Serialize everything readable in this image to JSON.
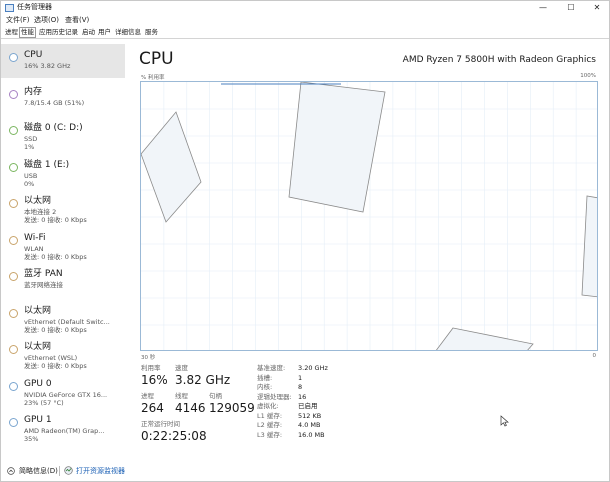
{
  "window": {
    "title": "任务管理器",
    "controls": {
      "minimize": "—",
      "maximize": "☐",
      "close": "✕"
    }
  },
  "menu": [
    "文件(F)",
    "选项(O)",
    "查看(V)"
  ],
  "tabs": [
    "进程",
    "性能",
    "应用历史记录",
    "启动",
    "用户",
    "详细信息",
    "服务"
  ],
  "active_tab": 1,
  "sidebar": [
    {
      "title": "CPU",
      "sub1": "16% 3.82 GHz",
      "sub2": "",
      "ring_color": "#7aa5cf",
      "active": true
    },
    {
      "title": "内存",
      "sub1": "7.8/15.4 GB (51%)",
      "sub2": "",
      "ring_color": "#a782c3"
    },
    {
      "title": "磁盘 0 (C: D:)",
      "sub1": "SSD",
      "sub2": "1%",
      "ring_color": "#7bb661"
    },
    {
      "title": "磁盘 1 (E:)",
      "sub1": "USB",
      "sub2": "0%",
      "ring_color": "#7bb661"
    },
    {
      "title": "以太网",
      "sub1": "本地连接 2",
      "sub2": "发送: 0 接收: 0 Kbps",
      "ring_color": "#c9a46b"
    },
    {
      "title": "Wi-Fi",
      "sub1": "WLAN",
      "sub2": "发送: 0 接收: 0 Kbps",
      "ring_color": "#c9a46b"
    },
    {
      "title": "蓝牙 PAN",
      "sub1": "蓝牙网络连接",
      "sub2": "",
      "ring_color": "#c9a46b"
    },
    {
      "title": "以太网",
      "sub1": "vEthernet (Default Switc...",
      "sub2": "发送: 0 接收: 0 Kbps",
      "ring_color": "#c9a46b"
    },
    {
      "title": "以太网",
      "sub1": "vEthernet (WSL)",
      "sub2": "发送: 0 接收: 0 Kbps",
      "ring_color": "#c9a46b"
    },
    {
      "title": "GPU 0",
      "sub1": "NVIDIA GeForce GTX 16...",
      "sub2": "23% (57 °C)",
      "ring_color": "#7aa5cf"
    },
    {
      "title": "GPU 1",
      "sub1": "AMD Radeon(TM) Grap...",
      "sub2": "35%",
      "ring_color": "#7aa5cf"
    }
  ],
  "main": {
    "title": "CPU",
    "model": "AMD Ryzen 7 5800H with Radeon Graphics",
    "graph_top_left": "% 利用率",
    "graph_top_right": "100%",
    "graph_bottom_left": "30 秒",
    "graph_bottom_right": "0",
    "stats": {
      "utilization_label": "利用率",
      "utilization": "16%",
      "speed_label": "速度",
      "speed": "3.82 GHz",
      "processes_label": "进程",
      "processes": "264",
      "threads_label": "线程",
      "threads": "4146",
      "handles_label": "句柄",
      "handles": "129059",
      "uptime_label": "正常运行时间",
      "uptime": "0:22:25:08"
    },
    "specs": [
      {
        "label": "基准速度:",
        "value": "3.20 GHz"
      },
      {
        "label": "插槽:",
        "value": "1"
      },
      {
        "label": "内核:",
        "value": "8"
      },
      {
        "label": "逻辑处理器:",
        "value": "16"
      },
      {
        "label": "虚拟化:",
        "value": "已启用"
      },
      {
        "label": "L1 缓存:",
        "value": "512 KB"
      },
      {
        "label": "L2 缓存:",
        "value": "4.0 MB"
      },
      {
        "label": "L3 缓存:",
        "value": "16.0 MB"
      }
    ]
  },
  "bottom": {
    "less_details": "简略信息(D)",
    "open_monitor": "打开资源监视器"
  },
  "colors": {
    "accent": "#1a5fb4",
    "graph_border": "#9bb9d6",
    "graph_grid": "#e4eef7",
    "shape_fill": "#f1f5f9"
  }
}
